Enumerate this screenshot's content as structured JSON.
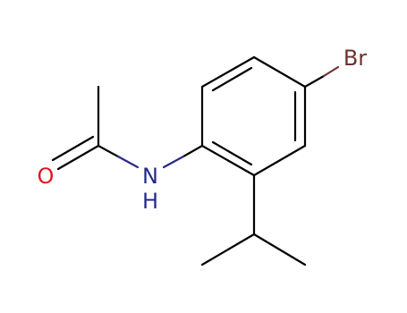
{
  "atoms": {
    "oxygen": {
      "text": "O",
      "color": "#e0171d"
    },
    "nitrogen": {
      "text": "N",
      "color": "#262a8c"
    },
    "hydrogen": {
      "text": "H",
      "color": "#262a8c"
    },
    "bromine": {
      "text": "Br",
      "color": "#6d3232"
    }
  },
  "bond_color": "#000000"
}
